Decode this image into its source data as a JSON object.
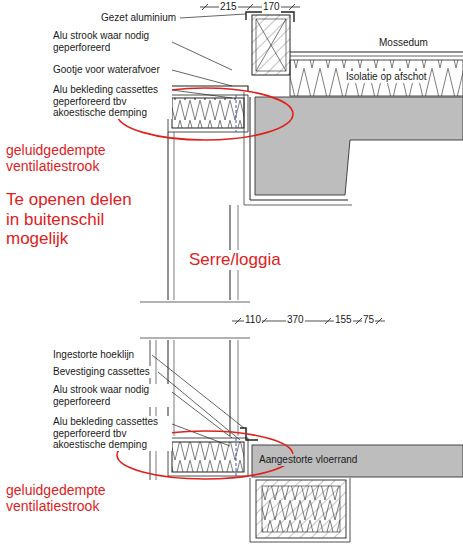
{
  "diagram": {
    "labels": [
      "215",
      "170",
      "Gezet aluminium",
      "Mossedum",
      "Alu strook waar nodig geperforeerd",
      "Gootje voor waterafvoer",
      "Isolatie op afschot",
      "Alu bekleding cassettes geperforeerd tbv akoestische demping",
      "geluidgedempte ventilatiestrook",
      "Te openen delen in buitenschil mogelijk",
      "Serre/loggia",
      "110",
      "370",
      "155",
      "75",
      "Ingestorte hoeklijn",
      "Bevestiging cassettes",
      "Alu strook waar nodig geperforeerd",
      "Alu bekleding cassettes geperforeerd tbv akoestische demping",
      "geluidgedempte ventilatiestrook",
      "Aangestorte vloerrand"
    ]
  }
}
